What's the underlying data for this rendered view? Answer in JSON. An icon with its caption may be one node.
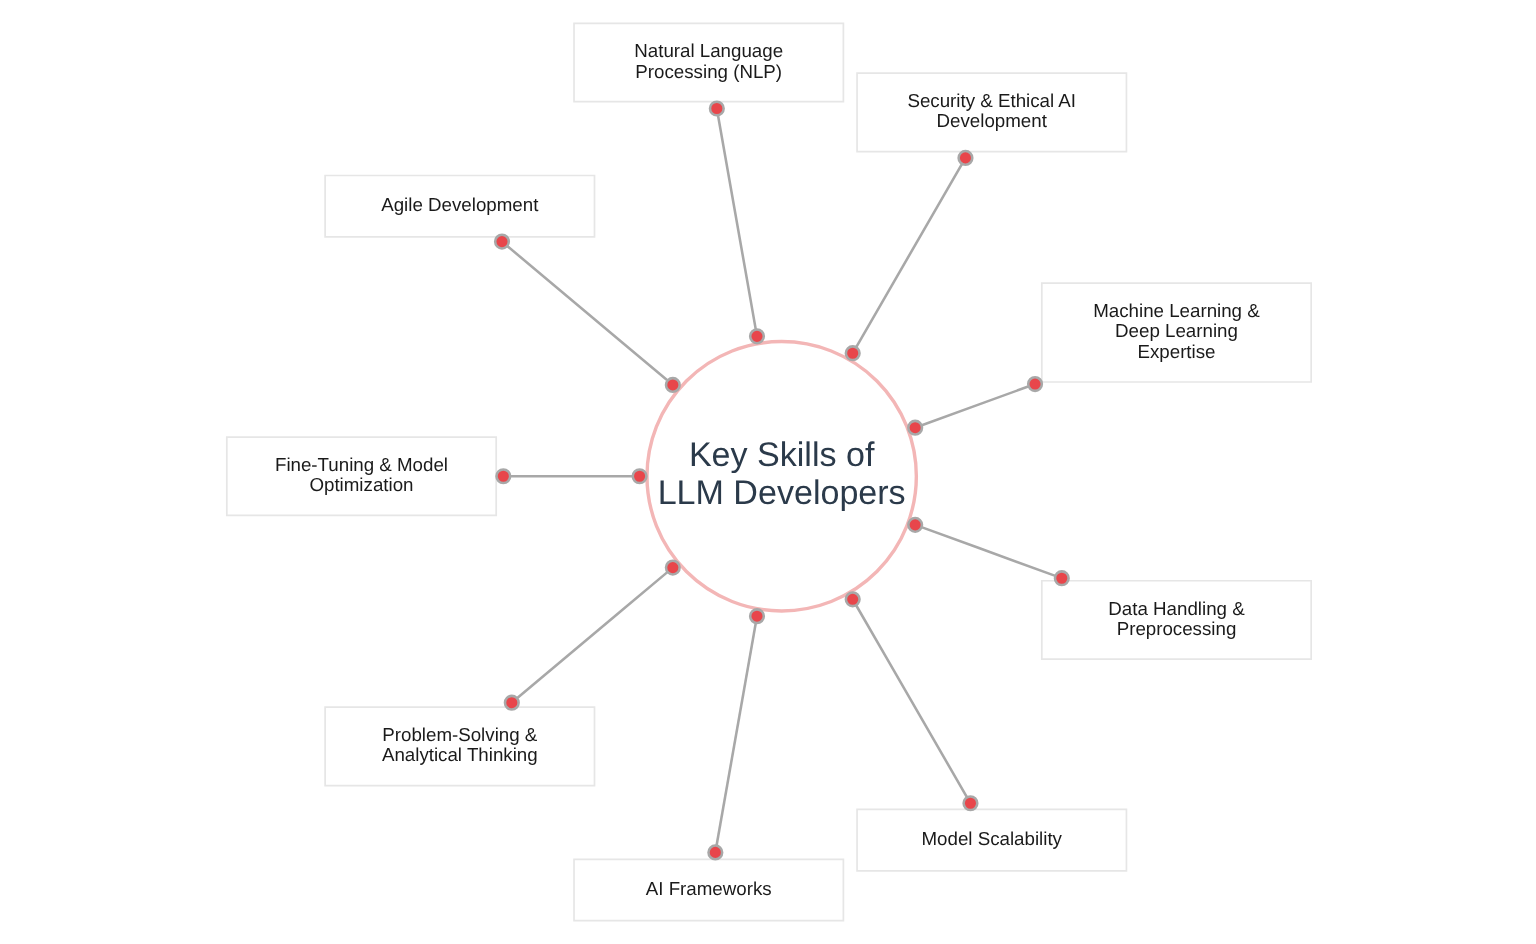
{
  "diagram": {
    "nodes": [
      {
        "text": [
          "Key Skills of LLM Developers"
        ]
      },
      {
        "text": [
          "Machine Learning & Deep Learning Expertise"
        ]
      },
      {
        "text": [
          "Security & Ethical AI Development"
        ]
      },
      {
        "text": [
          "Natural Language Processing (NLP)"
        ]
      },
      {
        "text": [
          "Agile Development"
        ]
      },
      {
        "text": [
          "Fine-Tuning & Model Optimization"
        ]
      },
      {
        "text": [
          "Problem-Solving & Analytical Thinking"
        ]
      },
      {
        "text": [
          "AI Frameworks"
        ]
      },
      {
        "text": [
          "Model Scalability"
        ]
      },
      {
        "text": [
          "Data Handling & Preprocessing"
        ]
      }
    ],
    "edges": [
      {
        "from": 0,
        "to": 1,
        "arrow": "other"
      },
      {
        "from": 0,
        "to": 2,
        "arrow": "other"
      },
      {
        "from": 0,
        "to": 3,
        "arrow": "other"
      },
      {
        "from": 0,
        "to": 4,
        "arrow": "other"
      },
      {
        "from": 0,
        "to": 5,
        "arrow": "other"
      },
      {
        "from": 0,
        "to": 6,
        "arrow": "other"
      },
      {
        "from": 0,
        "to": 7,
        "arrow": "other"
      },
      {
        "from": 0,
        "to": 8,
        "arrow": "other"
      },
      {
        "from": 0,
        "to": 9,
        "arrow": "other"
      }
    ]
  }
}
